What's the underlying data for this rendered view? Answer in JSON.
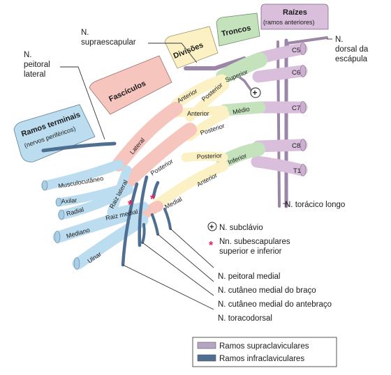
{
  "colors": {
    "roots": "#d9bfdc",
    "trunks": "#c4e3bd",
    "divisions": "#fbf1c4",
    "cords": "#f6c5bd",
    "terminal": "#bcdcef",
    "supraclavicular_nerve": "#9b86a8",
    "infraclavicular_nerve": "#4f6f92",
    "asterisk": "#e8205c"
  },
  "headers": {
    "roots_title": "Raízes",
    "roots_subtitle": "(ramos anteriores)",
    "trunks": "Troncos",
    "divisions": "Divisões",
    "cords": "Fascículos",
    "terminal_title": "Ramos terminais",
    "terminal_subtitle": "(nervos periféricos)"
  },
  "roots": [
    "C5",
    "C6",
    "C7",
    "C8",
    "T1"
  ],
  "trunks": {
    "superior": "Superior",
    "middle": "Médio",
    "inferior": "Inferior"
  },
  "divisions": {
    "anterior_upper": "Anterior",
    "posterior_upper": "Posterior",
    "anterior_middle": "Anterior",
    "posterior_middle": "Posterior",
    "posterior_lower": "Posterior",
    "anterior_lower": "Anterior"
  },
  "cords": {
    "lateral": "Lateral",
    "posterior": "Posterior",
    "medial": "Medial"
  },
  "roots_of_median": {
    "lateral_root": "Raiz lateral",
    "medial_root": "Raiz medial"
  },
  "terminal_nerves": {
    "musculocutaneous": "Musculocutâneo",
    "axillary": "Axilar",
    "radial": "Radial",
    "median": "Mediano",
    "ulnar": "Ulnar"
  },
  "branch_labels": {
    "suprascapular_1": "N.",
    "suprascapular_2": "supraescapular",
    "lateral_pectoral_1": "N.",
    "lateral_pectoral_2": "peitoral",
    "lateral_pectoral_3": "lateral",
    "dorsal_scapular_1": "N.",
    "dorsal_scapular_2": "dorsal da",
    "dorsal_scapular_3": "escápula",
    "long_thoracic": "N. torácico longo",
    "subclavian": "N. subclávio",
    "subscapular_1": "Nn. subescapulares",
    "subscapular_2": "superior e inferior",
    "medial_pectoral": "N. peitoral medial",
    "medial_cutaneous_arm": "N. cutâneo medial do braço",
    "medial_cutaneous_forearm": "N. cutâneo medial do antebraço",
    "thoracodorsal": "N. toracodorsal"
  },
  "legend": {
    "supraclavicular": "Ramos supraclaviculares",
    "infraclavicular": "Ramos infraclaviculares"
  }
}
